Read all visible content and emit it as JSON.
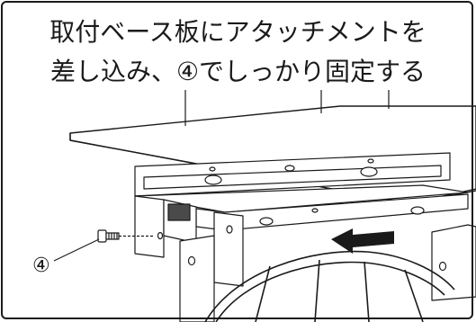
{
  "instruction": {
    "line1": "取付ベース板にアタッチメントを",
    "line2": "差し込み、④でしっかり固定する"
  },
  "callout": {
    "label": "④"
  },
  "colors": {
    "line": "#1a1a1a",
    "background": "#ffffff"
  }
}
